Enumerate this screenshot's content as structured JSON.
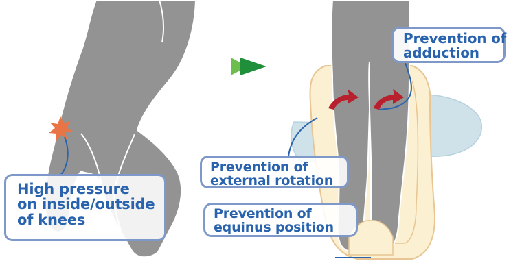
{
  "callouts": {
    "knees": {
      "line1": "High pressure",
      "line2": "on inside/outside",
      "line3": "of knees"
    },
    "external_rotation": {
      "line1": "Prevention of",
      "line2": "external rotation"
    },
    "equinus": {
      "line1": "Prevention of",
      "line2": "equinus position"
    },
    "adduction": {
      "line1": "Prevention of",
      "line2": "adduction"
    }
  },
  "colors": {
    "body_gray": "#939393",
    "outline_white": "#ffffff",
    "callout_border": "#7e99c9",
    "callout_text": "#2a63ad",
    "pillow_fill": "#fcf0d2",
    "pillow_edge": "#e8c592",
    "blue_cushion": "#cfe2e9",
    "rotation_arrow": "#b7202c",
    "pressure_star": "#e97446",
    "progress_arrow_light": "#6cbf4f",
    "progress_arrow_dark": "#1f8f3c"
  },
  "icons": [
    "pressure-star-icon",
    "progress-arrow-icon",
    "rotation-arrow-icon"
  ]
}
